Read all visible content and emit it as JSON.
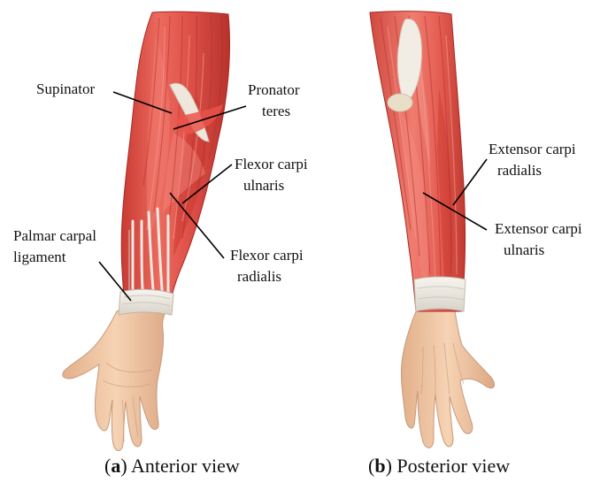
{
  "anterior": {
    "labels": {
      "supinator": "Supinator",
      "pronator_line1": "Pronator",
      "pronator_line2": "teres",
      "fcu_line1": "Flexor carpi",
      "fcu_line2": "ulnaris",
      "palmar_line1": "Palmar carpal",
      "palmar_line2": "ligament",
      "fcr_line1": "Flexor carpi",
      "fcr_line2": "radialis"
    },
    "caption": {
      "open": "(",
      "letter": "a",
      "rest": ") Anterior view"
    }
  },
  "posterior": {
    "labels": {
      "ecr_line1": "Extensor carpi",
      "ecr_line2": "radialis",
      "ecu_line1": "Extensor carpi",
      "ecu_line2": "ulnaris"
    },
    "caption": {
      "open": "(",
      "letter": "b",
      "rest": ") Posterior view"
    }
  },
  "colors": {
    "muscle": "#e0534a",
    "muscle_dark": "#b8322c",
    "muscle_light": "#f27a6f",
    "tendon": "#ece9e2",
    "skin": "#f0c6a2",
    "skin_shade": "#dcae8a"
  }
}
